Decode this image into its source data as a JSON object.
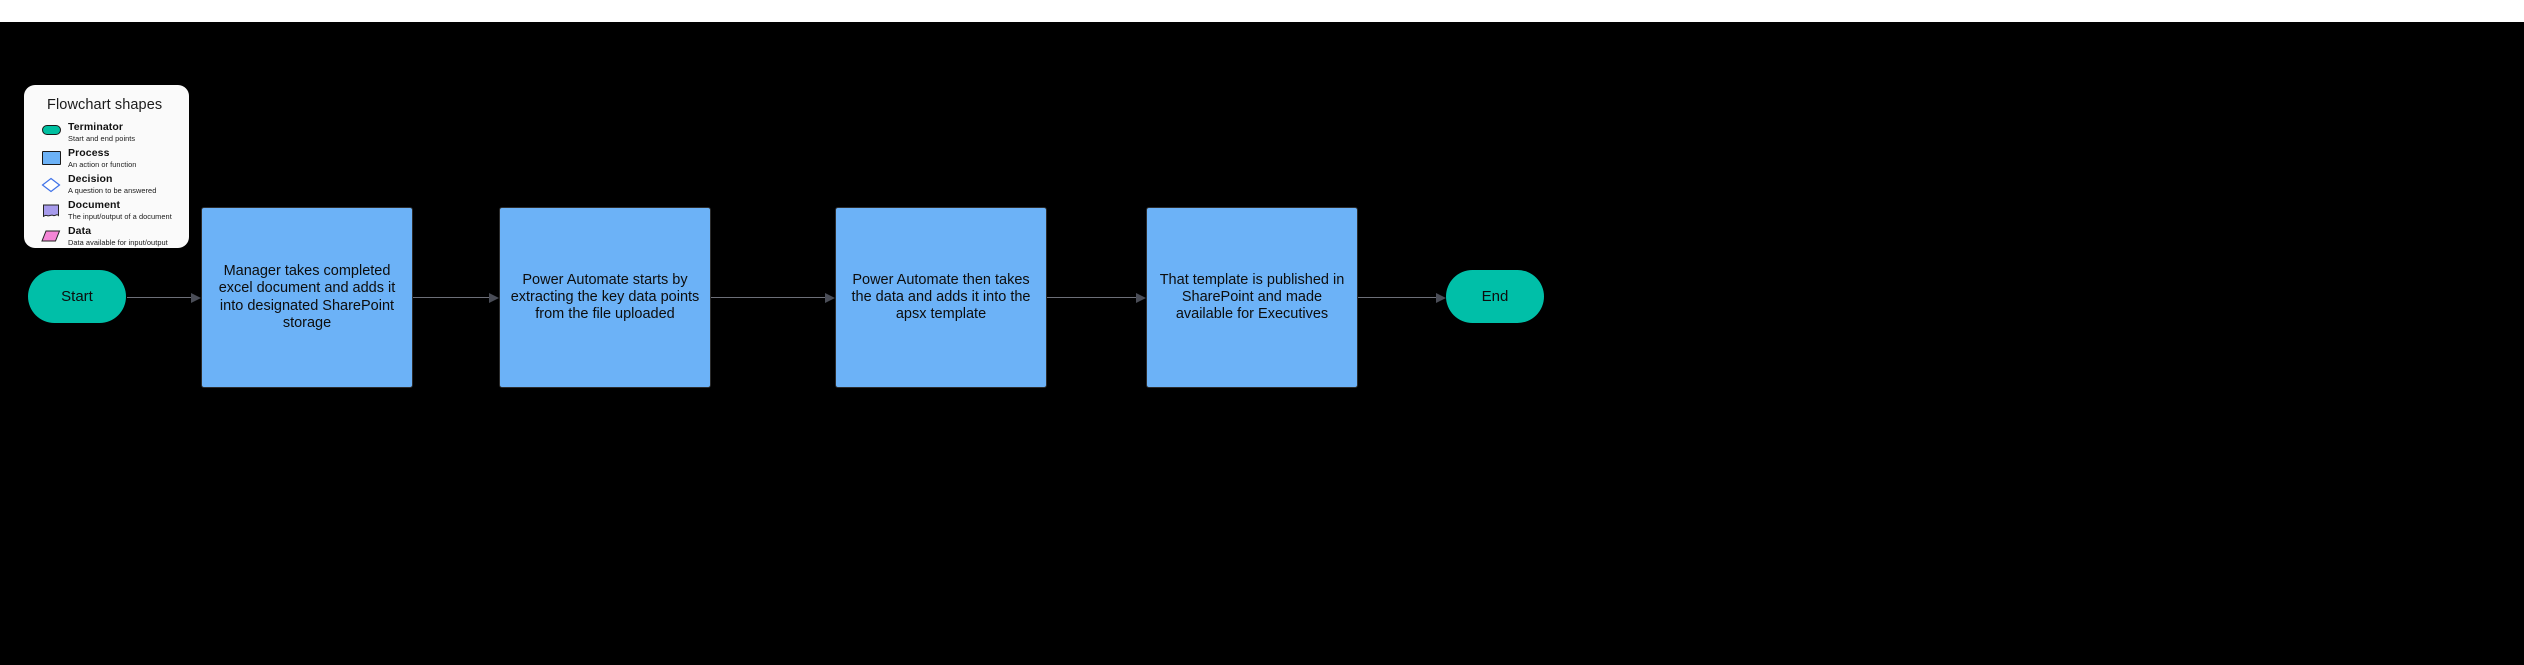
{
  "canvas": {
    "background_color": "#000000",
    "top_strip_color": "#ffffff"
  },
  "legend": {
    "title": "Flowchart shapes",
    "items": [
      {
        "icon": "terminator-shape-icon",
        "name": "Terminator",
        "description": "Start and end points",
        "color": "#00bfa0"
      },
      {
        "icon": "process-shape-icon",
        "name": "Process",
        "description": "An action or function",
        "color": "#6cb2f7"
      },
      {
        "icon": "decision-shape-icon",
        "name": "Decision",
        "description": "A question to be answered",
        "color": "#ffffff"
      },
      {
        "icon": "document-shape-icon",
        "name": "Document",
        "description": "The input/output of a document",
        "color": "#a79bec"
      },
      {
        "icon": "data-shape-icon",
        "name": "Data",
        "description": "Data available for input/output",
        "color": "#f486d6"
      }
    ]
  },
  "flow": {
    "nodes": [
      {
        "id": "start",
        "type": "terminator",
        "label": "Start",
        "color": "#00bfa8"
      },
      {
        "id": "step1",
        "type": "process",
        "label": "Manager takes completed excel document and adds it into designated SharePoint storage",
        "color": "#6cb2f7"
      },
      {
        "id": "step2",
        "type": "process",
        "label": "Power Automate starts by extracting the key data points from the file uploaded",
        "color": "#6cb2f7"
      },
      {
        "id": "step3",
        "type": "process",
        "label": "Power Automate then takes the data and adds it into the apsx template",
        "color": "#6cb2f7"
      },
      {
        "id": "step4",
        "type": "process",
        "label": "That template is published in SharePoint and made available for Executives",
        "color": "#6cb2f7"
      },
      {
        "id": "end",
        "type": "terminator",
        "label": "End",
        "color": "#00bfa8"
      }
    ],
    "connector_color": "#6d6f78",
    "arrowhead_color": "#4a4d57"
  }
}
